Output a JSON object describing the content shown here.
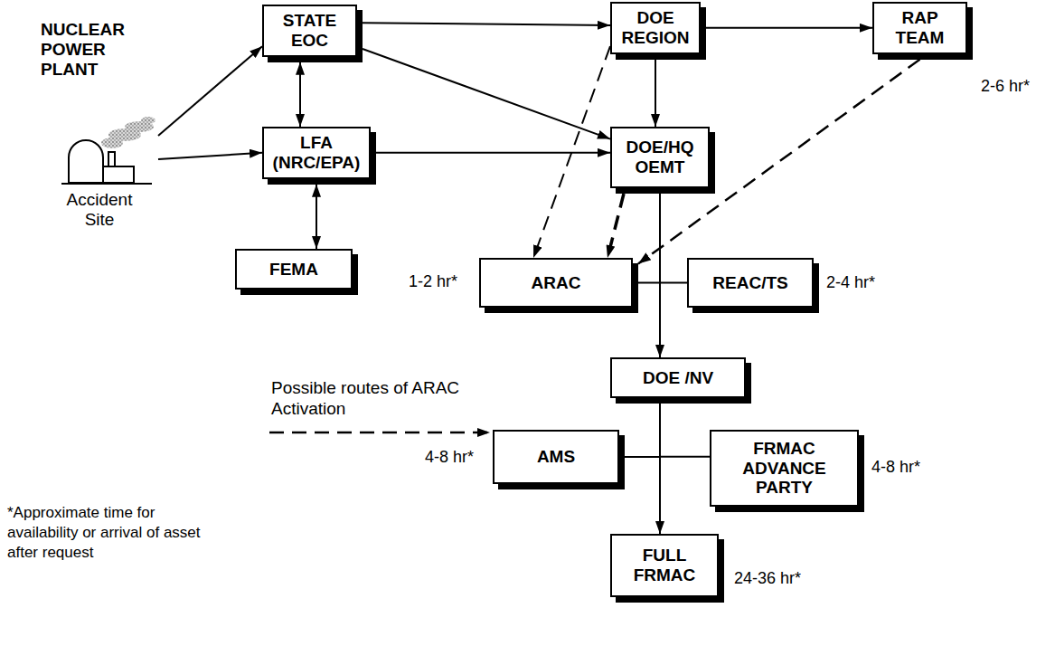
{
  "diagram": {
    "nodes": [
      {
        "text": [
          "NUCLEAR POWER PLANT",
          "Accident Site"
        ]
      },
      {
        "text": [
          "STATE EOC"
        ]
      },
      {
        "text": [
          "DOE REGION"
        ]
      },
      {
        "text": [
          "RAP TEAM"
        ]
      },
      {
        "text": [
          "LFA (NRC/EPA)"
        ]
      },
      {
        "text": [
          "DOE/HQ OEMT"
        ]
      },
      {
        "text": [
          "FEMA"
        ]
      },
      {
        "text": [
          "ARAC"
        ]
      },
      {
        "text": [
          "REAC/TS"
        ]
      },
      {
        "text": [
          "DOE /NV"
        ]
      },
      {
        "text": [
          "AMS"
        ]
      },
      {
        "text": [
          "FRMAC ADVANCE PARTY"
        ]
      },
      {
        "text": [
          "FULL FRMAC"
        ]
      }
    ],
    "edges": [
      {
        "from": 0,
        "to": 1,
        "arrow": "to"
      },
      {
        "from": 0,
        "to": 4,
        "arrow": "to"
      },
      {
        "from": 1,
        "to": 4,
        "arrow": "both"
      },
      {
        "from": 1,
        "to": 2,
        "arrow": "to"
      },
      {
        "from": 1,
        "to": 5,
        "arrow": "to"
      },
      {
        "from": 2,
        "to": 3,
        "arrow": "to"
      },
      {
        "from": 2,
        "to": 5,
        "arrow": "to"
      },
      {
        "from": 4,
        "to": 5,
        "arrow": "to"
      },
      {
        "from": 4,
        "to": 6,
        "arrow": "both"
      },
      {
        "from": 5,
        "to": 9,
        "arrow": "to"
      },
      {
        "from": 5,
        "to": 7,
        "arrow": "none"
      },
      {
        "from": 5,
        "to": 8,
        "arrow": "none"
      },
      {
        "from": 2,
        "to": 7,
        "arrow": "to"
      },
      {
        "from": 5,
        "to": 7,
        "arrow": "to"
      },
      {
        "from": 3,
        "to": 7,
        "arrow": "to"
      },
      {
        "from": 9,
        "to": 12,
        "arrow": "to"
      },
      {
        "from": 9,
        "to": 10,
        "arrow": "none"
      },
      {
        "from": 9,
        "to": 11,
        "arrow": "none"
      }
    ],
    "labels": [
      "2-6 hr*",
      "1-2 hr*",
      "2-4 hr*",
      "4-8 hr*",
      "4-8 hr*",
      "24-36 hr*",
      "*Approximate time for availability or arrival of asset after request"
    ],
    "legend": [
      {
        "text": "Possible routes of ARAC Activation"
      }
    ]
  }
}
